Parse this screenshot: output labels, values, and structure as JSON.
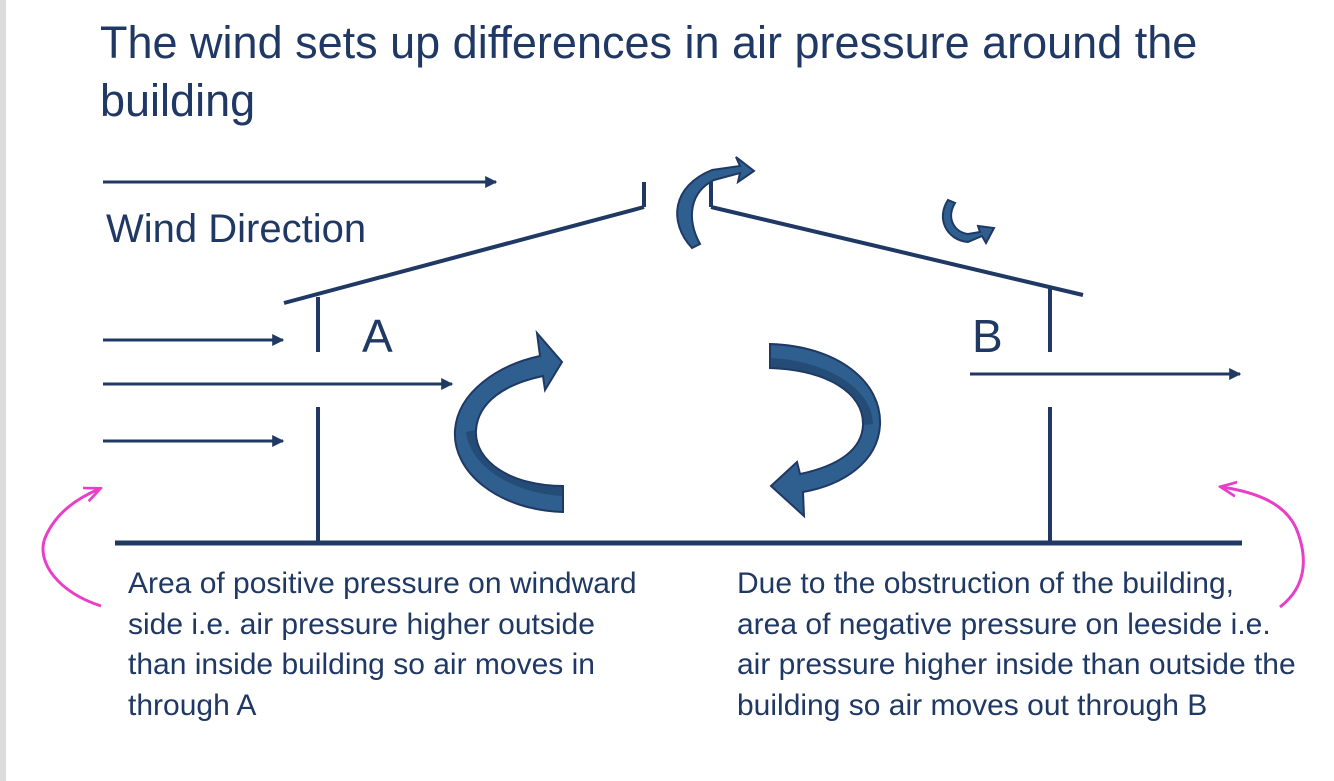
{
  "slide": {
    "heading": "The wind sets up differences in air pressure around the building"
  },
  "diagram": {
    "wind_label": "Wind Direction",
    "opening_a_label": "A",
    "opening_b_label": "B",
    "line_color": "#1f3864",
    "swirl_color": "#2e5f8f",
    "annotation_color": "#e83fc8"
  },
  "captions": {
    "windward": "Area of positive pressure on windward side i.e. air pressure higher outside than inside building so air moves in through A",
    "leeside": "Due to the obstruction of the building, area of negative pressure on leeside i.e. air pressure higher inside than outside the building so air moves out through B"
  }
}
